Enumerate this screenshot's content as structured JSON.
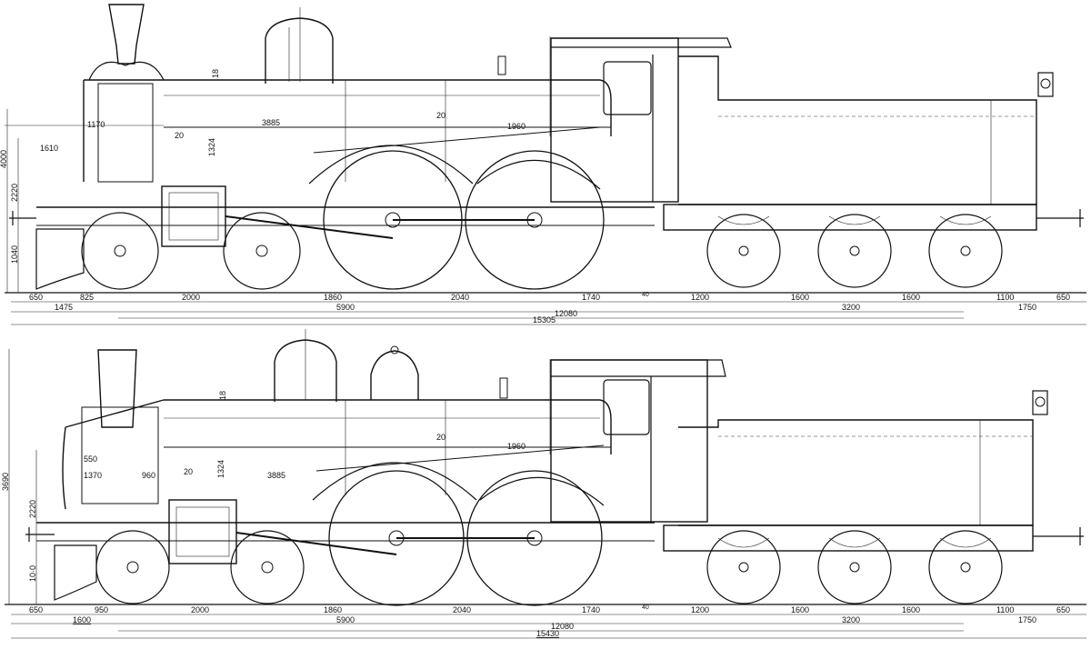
{
  "drawing_top": {
    "height_dims": [
      "4000",
      "2220",
      "1040"
    ],
    "inner_dims": [
      "1610",
      "1170",
      "20",
      "1324",
      "3885",
      "20",
      "1960",
      "18"
    ],
    "wheelbase_dims": [
      "650",
      "825",
      "2000",
      "1860",
      "2040",
      "1740",
      "40",
      "1200",
      "1600",
      "1600",
      "1100",
      "650"
    ],
    "sum_dims": [
      "1475",
      "5900",
      "12080",
      "3200",
      "1750",
      "15305"
    ]
  },
  "drawing_bottom": {
    "height_dims": [
      "3690",
      "2220",
      "10·0"
    ],
    "inner_dims": [
      "550",
      "1370",
      "960",
      "20",
      "1324",
      "3885",
      "20",
      "1960",
      "18"
    ],
    "wheelbase_dims": [
      "650",
      "950",
      "2000",
      "1860",
      "2040",
      "1740",
      "40",
      "1200",
      "1600",
      "1600",
      "1100",
      "650"
    ],
    "sum_dims": [
      "1600",
      "5900",
      "12080",
      "3200",
      "1750",
      "15430"
    ]
  }
}
